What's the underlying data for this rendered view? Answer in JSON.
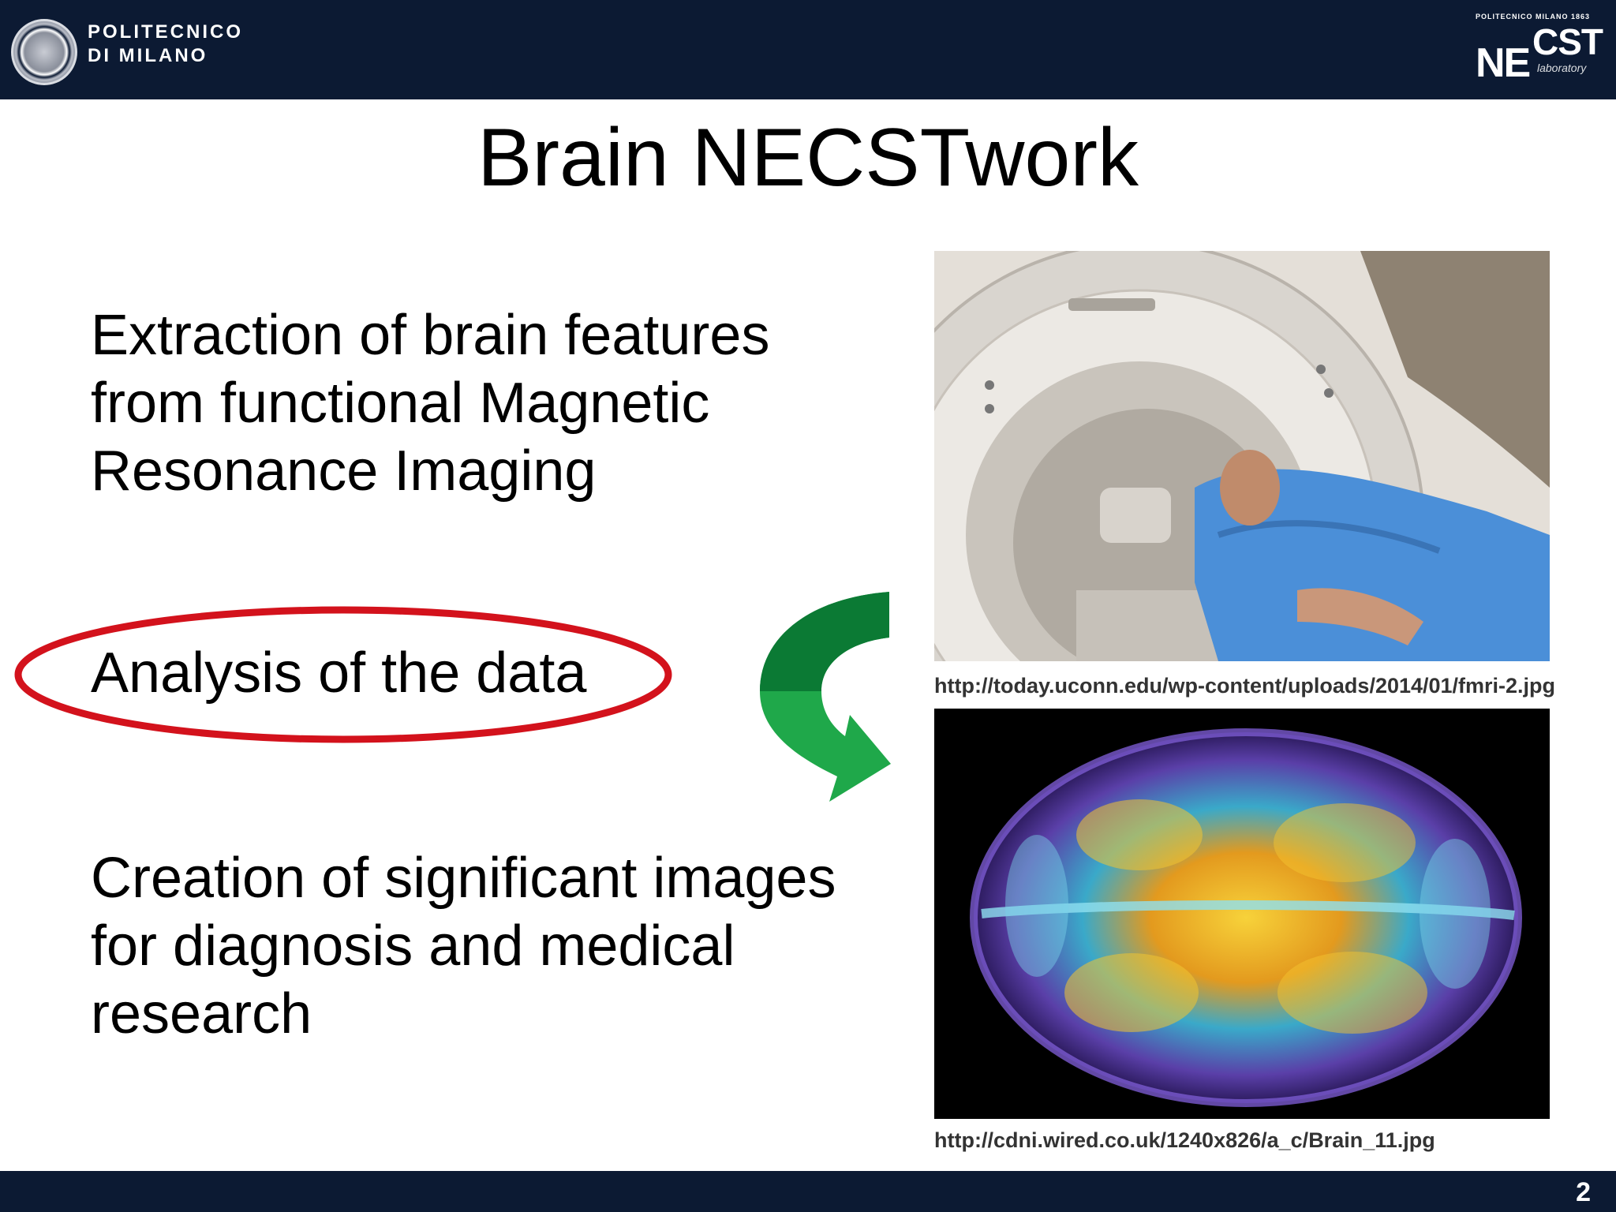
{
  "header": {
    "university_name": "POLITECNICO\nDI MILANO",
    "lab_logo": {
      "top_text": "POLITECNICO MILANO 1863",
      "ne": "NE",
      "cst": "CST",
      "sub": "laboratory"
    }
  },
  "slide": {
    "title": "Brain NECSTwork",
    "bullets": [
      "Extraction of brain features\nfrom functional Magnetic\nResonance Imaging",
      "Analysis of the data",
      "Creation of significant images\nfor diagnosis and medical\nresearch"
    ],
    "captions": [
      "http://today.uconn.edu/wp-content/uploads/2014/01/fmri-2.jpg",
      "http://cdni.wired.co.uk/1240x826/a_c/Brain_11.jpg"
    ],
    "page_number": "2"
  },
  "colors": {
    "header_bg": "#0c1a33",
    "highlight_ellipse": "#d3121c",
    "arrow_green": "#1fa84a",
    "arrow_green_dark": "#0b7a34"
  }
}
